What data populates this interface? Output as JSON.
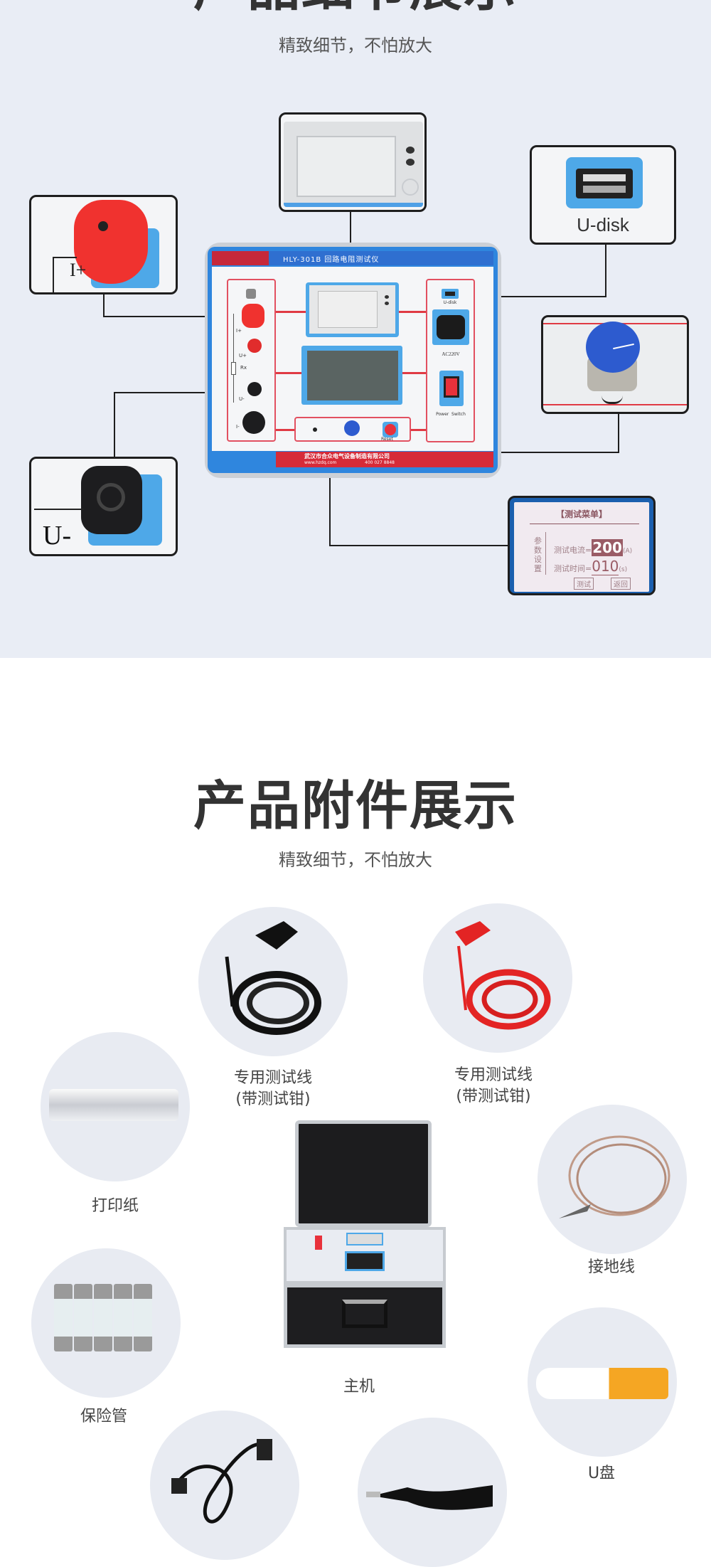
{
  "details_section": {
    "title": "产品细节展示",
    "subtitle": "精致细节，不怕放大",
    "callouts": {
      "i_plus_label": "I+",
      "u_minus_label": "U-",
      "udisk_label": "U-disk"
    },
    "panel": {
      "header": "HLY-301B 回路电阻测试仪",
      "terminal_labels": [
        "I+",
        "U+",
        "Rx",
        "U-",
        "I-"
      ],
      "udisk": "U-disk",
      "power_in": "AC220V",
      "power_switch": "Power  Switch",
      "reset": "Reset",
      "company": "武汉市合众电气设备制造有限公司",
      "website": "www.hzdq.com",
      "phone": "400 027 8848"
    },
    "lcd": {
      "menu_title": "【测试菜单】",
      "side_label": "参数设置",
      "current_label": "测试电流=",
      "current_value": "200",
      "current_unit": "(A)",
      "time_label": "测试时间=",
      "time_value": "010",
      "time_unit": "(s)",
      "test_button": "测试",
      "back_button": "返回"
    }
  },
  "accessories_section": {
    "title": "产品附件展示",
    "subtitle": "精致细节，不怕放大",
    "items": [
      {
        "label_line1": "专用测试线",
        "label_line2": "(带测试钳)",
        "icon": "black-test-lead"
      },
      {
        "label_line1": "专用测试线",
        "label_line2": "(带测试钳)",
        "icon": "red-test-lead"
      },
      {
        "label_line1": "打印纸",
        "icon": "printer-paper"
      },
      {
        "label_line1": "接地线",
        "icon": "ground-wire"
      },
      {
        "label_line1": "主机",
        "icon": "main-unit"
      },
      {
        "label_line1": "保险管",
        "icon": "fuses"
      },
      {
        "label_line1": "U盘",
        "icon": "usb-drive"
      },
      {
        "icon": "power-cord"
      },
      {
        "icon": "shoulder-strap"
      }
    ]
  },
  "colors": {
    "accent_blue": "#2f86de",
    "accent_red": "#e8313b",
    "background": "#e9edf5"
  }
}
